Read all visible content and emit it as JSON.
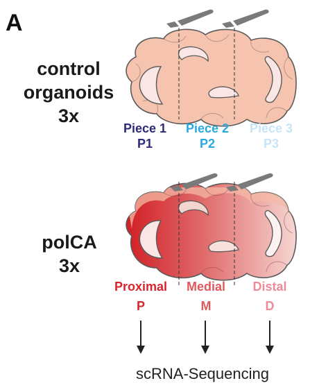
{
  "panel_label": "A",
  "groups": [
    {
      "label_line1": "control",
      "label_line2": "organoids",
      "label_line3": "3x",
      "pieces": [
        {
          "name": "Piece 1",
          "code": "P1",
          "color": "#2e2a7a"
        },
        {
          "name": "Piece 2",
          "code": "P2",
          "color": "#29a9e0"
        },
        {
          "name": "Piece 3",
          "code": "P3",
          "color": "#c6e6f7"
        }
      ]
    },
    {
      "label_line1": "polCA",
      "label_line2": "3x",
      "regions": [
        {
          "name": "Proximal",
          "code": "P",
          "color": "#d7262b"
        },
        {
          "name": "Medial",
          "code": "M",
          "color": "#e0595c"
        },
        {
          "name": "Distal",
          "code": "D",
          "color": "#ef8a98"
        }
      ]
    }
  ],
  "output_method": "scRNA-Sequencing",
  "colors": {
    "organoid_light": "#f6c4ae",
    "organoid_outline": "#555555",
    "organoid_red": "#d42a2f",
    "blade": "#7a7a7a"
  }
}
